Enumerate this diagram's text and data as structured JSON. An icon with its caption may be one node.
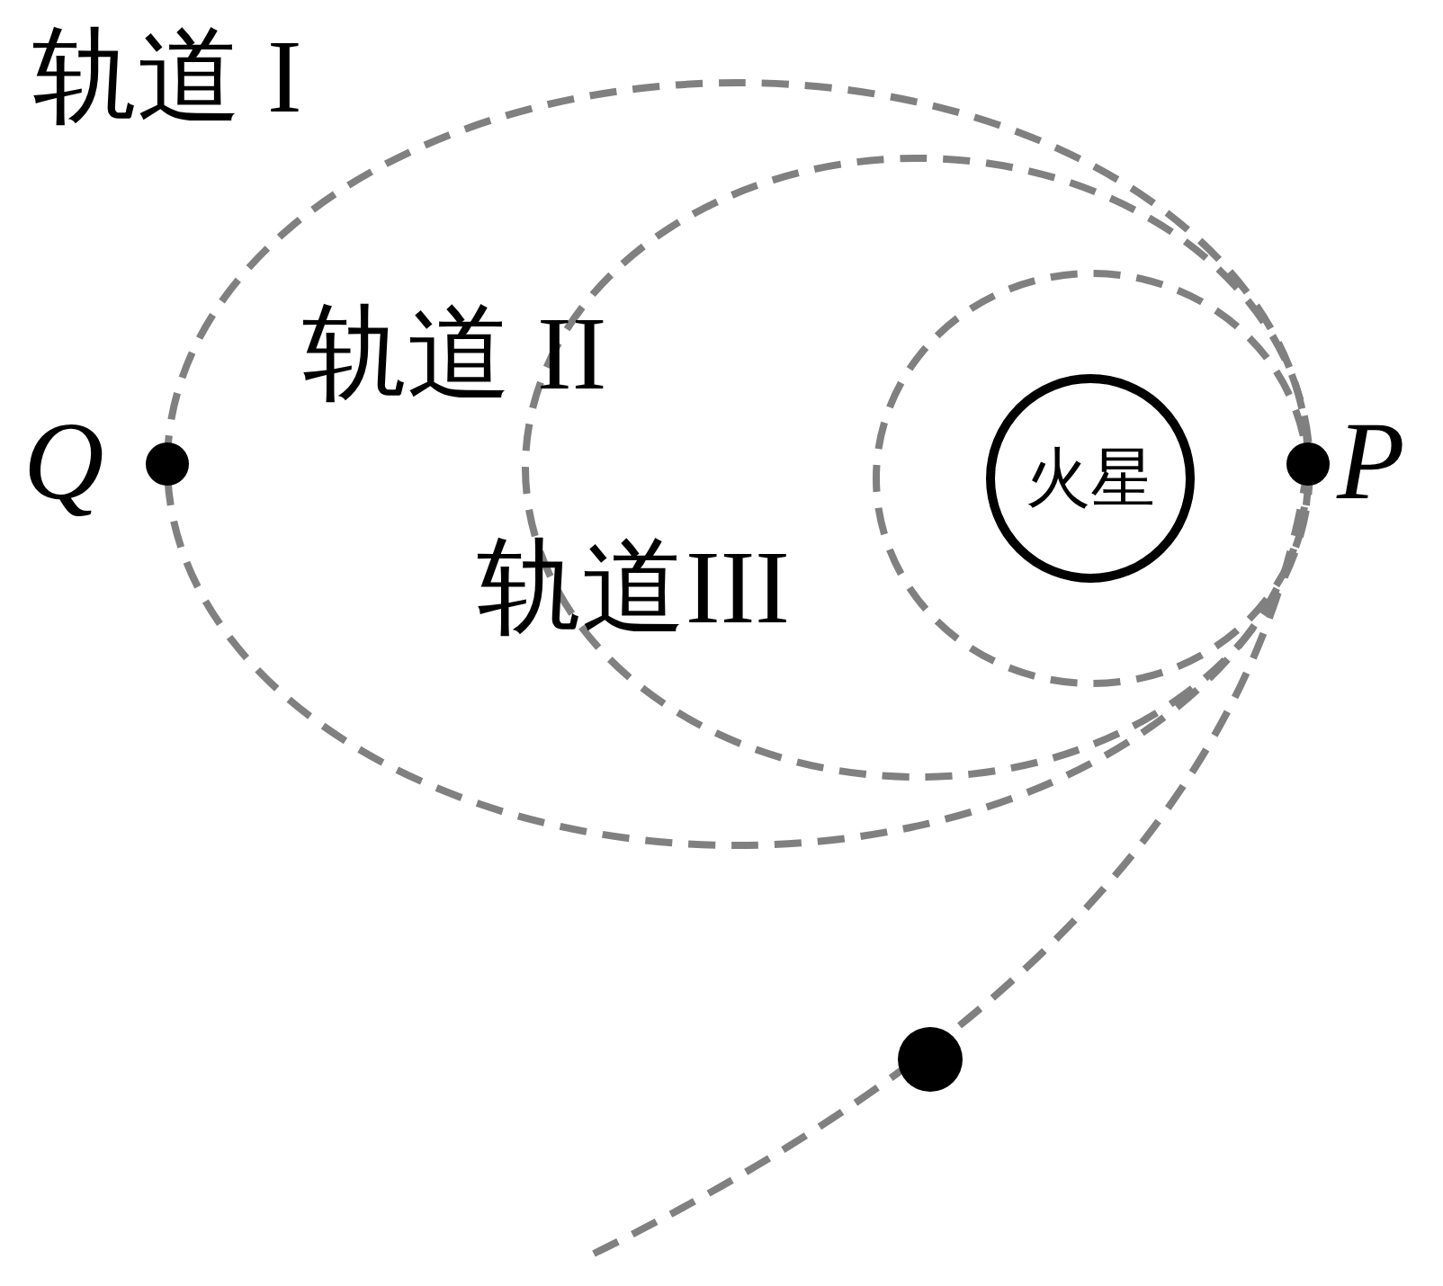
{
  "diagram": {
    "nodes": [
      {
        "text": [
          "火星"
        ]
      },
      {
        "text": [],
        "shape": "circle",
        "beside": [
          "Q"
        ]
      },
      {
        "text": [],
        "shape": "circle",
        "beside": [
          "P"
        ]
      },
      {
        "text": [],
        "shape": "circle"
      }
    ],
    "labels": [
      "轨道 I",
      "轨道 II",
      "轨道III"
    ]
  }
}
